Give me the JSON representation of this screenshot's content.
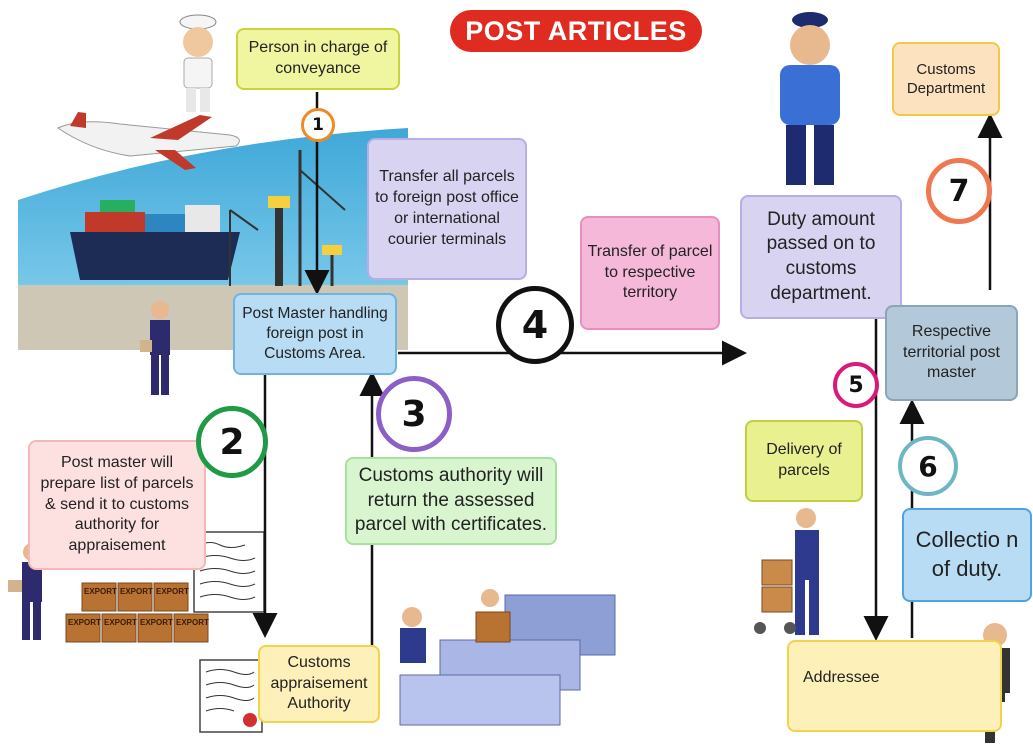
{
  "title": "POST ARTICLES",
  "boxes": {
    "conveyance": "Person in charge of conveyance",
    "transfer_parcels": "Transfer all parcels to foreign post office or international courier terminals",
    "post_master_foreign": "Post Master handling foreign post in Customs Area.",
    "transfer_territory": "Transfer of parcel to respective territory",
    "duty_amount": "Duty amount passed on to customs department.",
    "customs_department": "Customs Department",
    "respective_postmaster": "Respective territorial post master",
    "post_master_list": "Post master will prepare list of parcels & send it to customs authority for appraisement",
    "customs_return": "Customs authority will return the assessed parcel with certificates.",
    "delivery": "Delivery of parcels",
    "collection": "Collectio n of duty.",
    "appraisement_authority": "Customs appraisement Authority",
    "addressee": "Addressee"
  },
  "steps": [
    "1",
    "2",
    "3",
    "4",
    "5",
    "6",
    "7"
  ],
  "box_labels": [
    "EXPORT",
    "EXPORT",
    "EXPORT",
    "EXPORT",
    "EXPORT",
    "EXPORT",
    "EXPORT"
  ],
  "colors": {
    "title_bg": "#e02b20",
    "step1": "#f08a24",
    "step2": "#1f9b45",
    "step3": "#8b5fc6",
    "step4": "#111111",
    "step5": "#d81b7a",
    "step6": "#6fb6c4",
    "step7": "#f07850"
  }
}
